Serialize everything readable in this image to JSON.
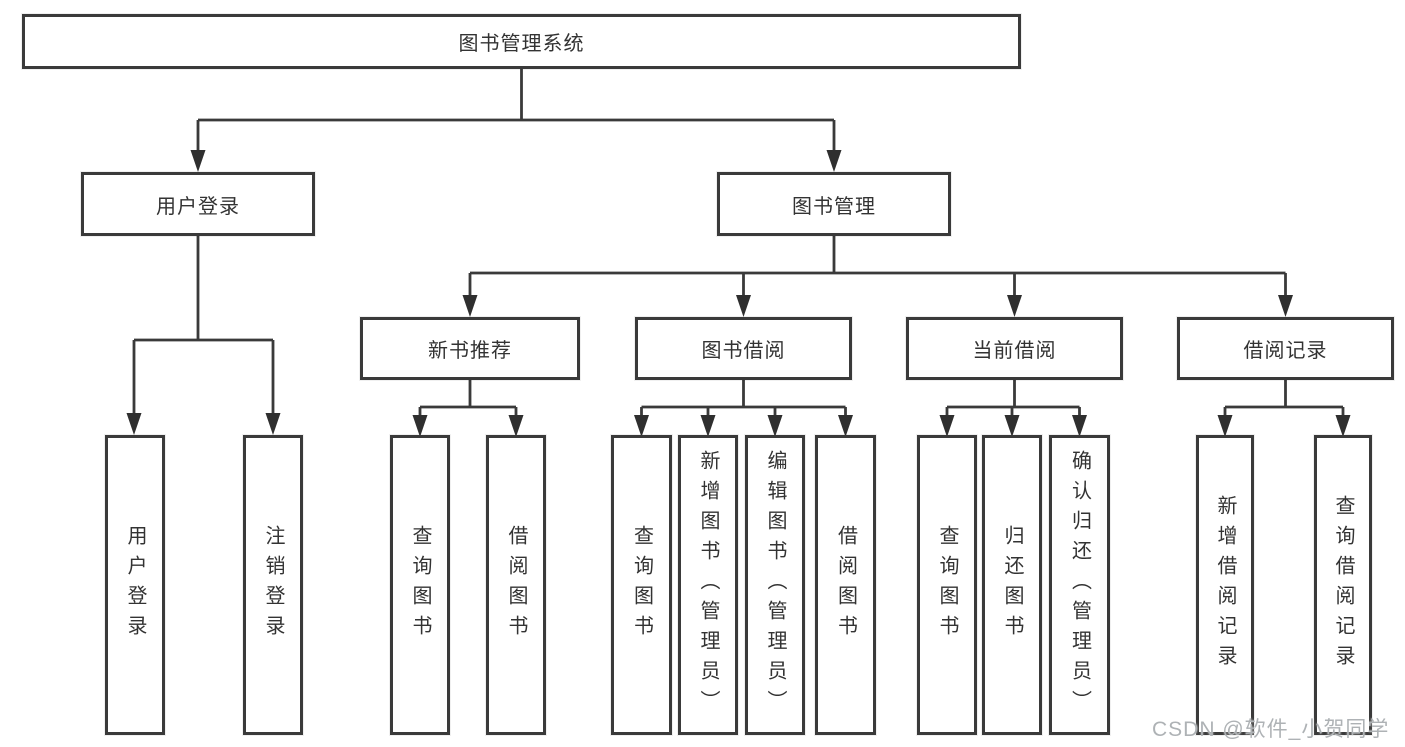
{
  "diagram": {
    "title": "图书管理系统",
    "root": {
      "label": "图书管理系统"
    },
    "branches": [
      {
        "label": "用户登录",
        "children": [
          {
            "label": "用户登录"
          },
          {
            "label": "注销登录"
          }
        ]
      },
      {
        "label": "图书管理",
        "children": [
          {
            "label": "新书推荐",
            "children": [
              {
                "label": "查询图书"
              },
              {
                "label": "借阅图书"
              }
            ]
          },
          {
            "label": "图书借阅",
            "children": [
              {
                "label": "查询图书"
              },
              {
                "label": "新增图书（管理员）"
              },
              {
                "label": "编辑图书（管理员）"
              },
              {
                "label": "借阅图书"
              }
            ]
          },
          {
            "label": "当前借阅",
            "children": [
              {
                "label": "查询图书"
              },
              {
                "label": "归还图书"
              },
              {
                "label": "确认归还（管理员）"
              }
            ]
          },
          {
            "label": "借阅记录",
            "children": [
              {
                "label": "新增借阅记录"
              },
              {
                "label": "查询借阅记录"
              }
            ]
          }
        ]
      }
    ]
  },
  "watermark": {
    "text": "CSDN @软件_小贺同学"
  },
  "colors": {
    "line": "#3a3a3a",
    "text": "#333333",
    "background": "#ffffff",
    "watermark": "#aeb2b5"
  }
}
